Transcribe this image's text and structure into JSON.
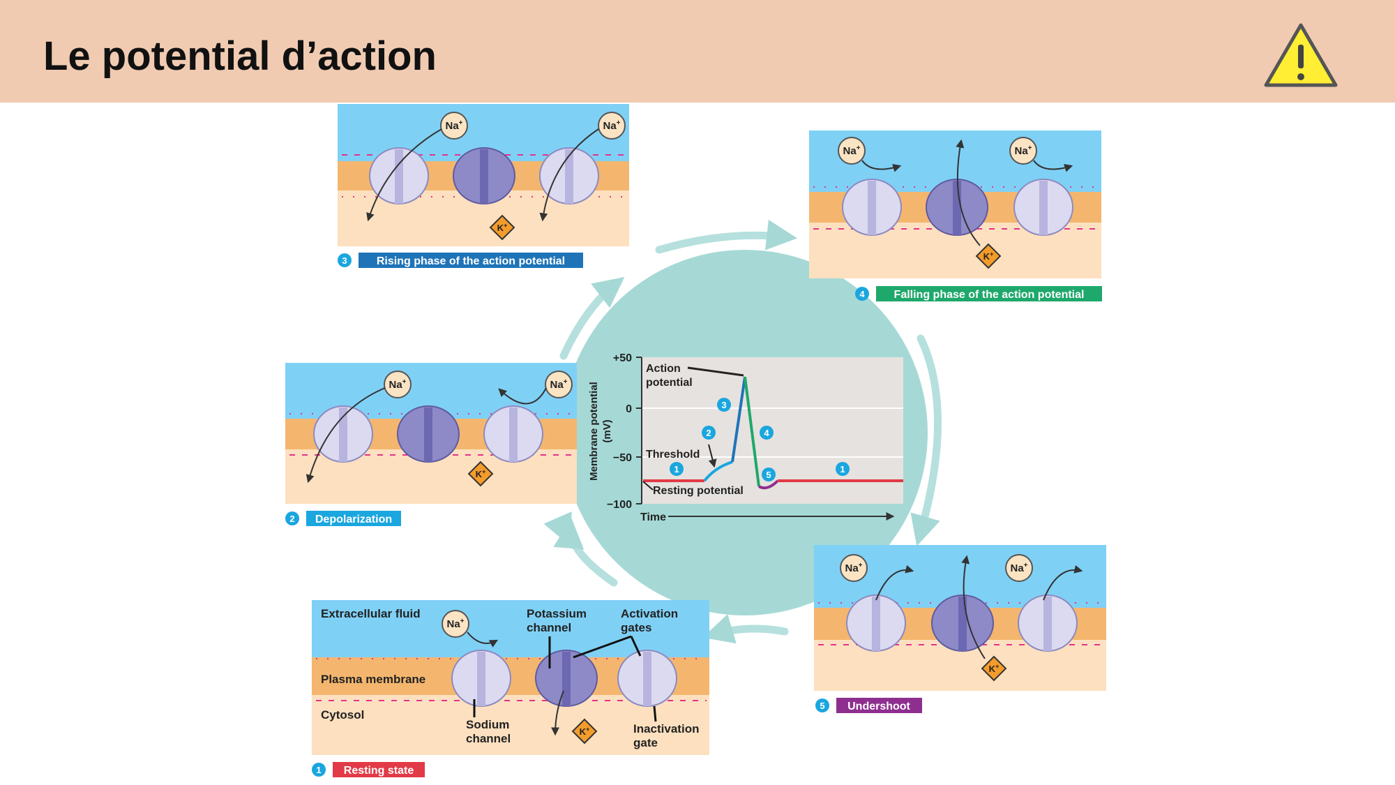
{
  "slide": {
    "title": "Le potential d’action"
  },
  "icons": {
    "warning": "warning-icon"
  },
  "colors": {
    "header_bg": "#f0cbb2",
    "warning_fill": "#ffee33",
    "extracellular": "#7fd0f5",
    "membrane": "#f4b66e",
    "cytosol": "#fde0bf",
    "circle": "#a6d9d6",
    "phase1": "#e23a47",
    "phase2": "#1aa6df",
    "phase3": "#1f74b8",
    "phase4": "#1ea86b",
    "phase5": "#8e2f8f"
  },
  "ions": {
    "sodium": "Na",
    "potassium": "K",
    "charge": "+"
  },
  "panels": {
    "resting": {
      "step": "1",
      "caption": "Resting state",
      "extracellular_label": "Extracellular fluid",
      "membrane_label": "Plasma membrane",
      "cytosol_label": "Cytosol",
      "potassium_channel_line1": "Potassium",
      "potassium_channel_line2": "channel",
      "activation_gates_line1": "Activation",
      "activation_gates_line2": "gates",
      "sodium_channel_line1": "Sodium",
      "sodium_channel_line2": "channel",
      "inactivation_gate_line1": "Inactivation",
      "inactivation_gate_line2": "gate"
    },
    "depolarization": {
      "step": "2",
      "caption": "Depolarization"
    },
    "rising": {
      "step": "3",
      "caption": "Rising phase of the action potential"
    },
    "falling": {
      "step": "4",
      "caption": "Falling phase of the action potential"
    },
    "undershoot": {
      "step": "5",
      "caption": "Undershoot"
    }
  },
  "graph": {
    "ylabel_line1": "Membrane potential",
    "ylabel_line2": "(mV)",
    "xlabel": "Time",
    "yticks": [
      "+50",
      "0",
      "−50",
      "−100"
    ],
    "action_potential_line1": "Action",
    "action_potential_line2": "potential",
    "threshold": "Threshold",
    "resting_potential": "Resting potential",
    "markers": [
      "1",
      "2",
      "3",
      "4",
      "5",
      "1"
    ]
  }
}
